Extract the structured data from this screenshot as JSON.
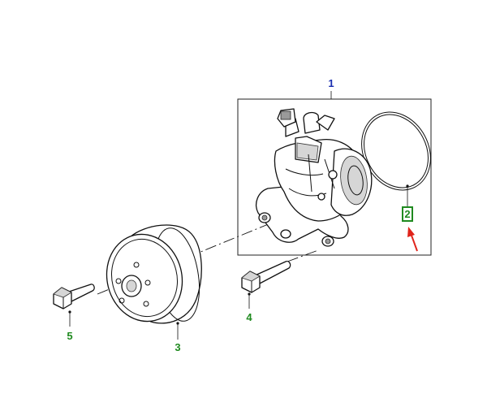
{
  "callouts": {
    "water_pump_assembly": "1",
    "gasket": "2",
    "pulley": "3",
    "pump_bolt": "4",
    "pulley_bolt": "5"
  },
  "colors": {
    "assembly_label": "#1a2fb0",
    "part_label": "#1f8a1f",
    "highlight_box": "#1f8a1f",
    "pointer_arrow": "#e0241b"
  },
  "icons": {
    "pointer": "red-arrow-icon"
  }
}
